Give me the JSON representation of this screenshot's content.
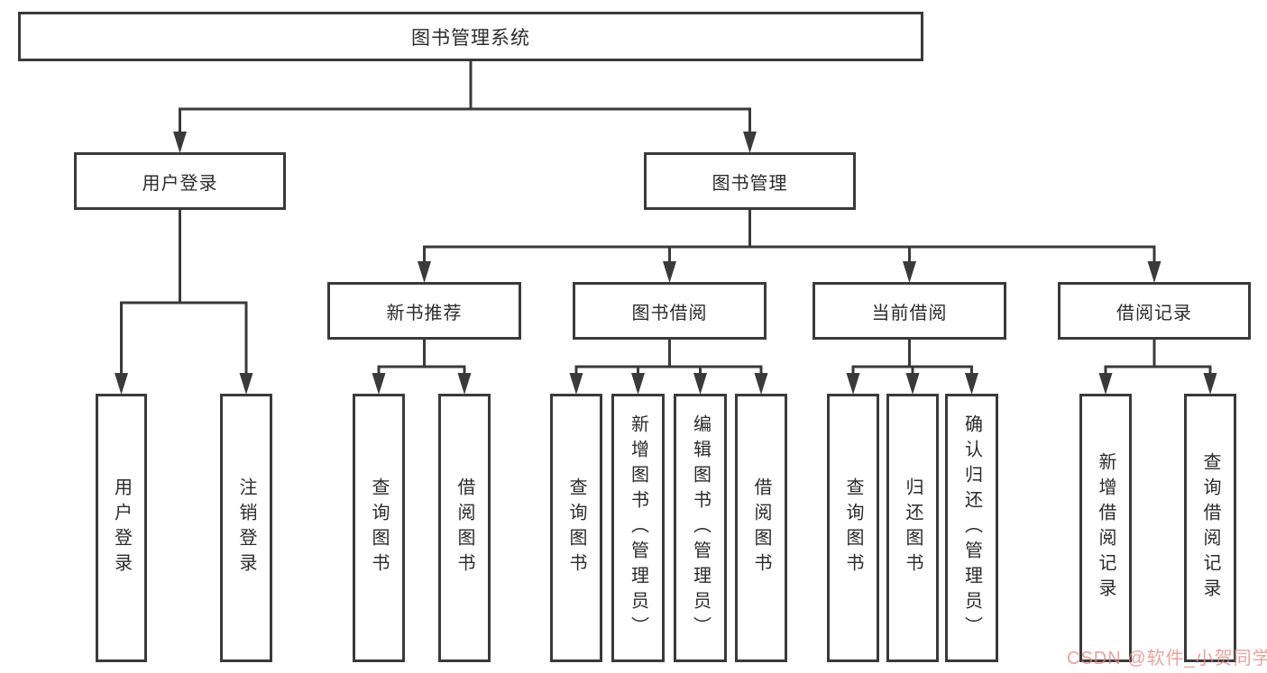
{
  "colors": {
    "line": "#3a3a3a",
    "text": "#2b2b2b",
    "background": "#ffffff",
    "watermark": "#e08a84"
  },
  "watermark": {
    "text": "CSDN @软件_小贺同学"
  },
  "nodes": {
    "root": {
      "label": "图书管理系统"
    },
    "user-login": {
      "label": "用户登录"
    },
    "book-mgmt": {
      "label": "图书管理"
    },
    "new-book-rec": {
      "label": "新书推荐"
    },
    "book-borrow": {
      "label": "图书借阅"
    },
    "current-borrow": {
      "label": "当前借阅"
    },
    "borrow-records": {
      "label": "借阅记录"
    },
    "ul-user-login": {
      "label": "用户登录"
    },
    "ul-logout": {
      "label": "注销登录"
    },
    "nbr-query-books": {
      "label": "查询图书"
    },
    "nbr-borrow-books": {
      "label": "借阅图书"
    },
    "bb-query-books": {
      "label": "查询图书"
    },
    "bb-add-books": {
      "label": "新增图书（管理员）"
    },
    "bb-edit-books": {
      "label": "编辑图书（管理员）"
    },
    "bb-borrow-books": {
      "label": "借阅图书"
    },
    "cb-query-books": {
      "label": "查询图书"
    },
    "cb-return-books": {
      "label": "归还图书"
    },
    "cb-confirm-return": {
      "label": "确认归还（管理员）"
    },
    "br-add-record": {
      "label": "新增借阅记录"
    },
    "br-query-record": {
      "label": "查询借阅记录"
    }
  },
  "edges": [
    [
      "root",
      "user-login"
    ],
    [
      "root",
      "book-mgmt"
    ],
    [
      "user-login",
      "ul-user-login"
    ],
    [
      "user-login",
      "ul-logout"
    ],
    [
      "book-mgmt",
      "new-book-rec"
    ],
    [
      "book-mgmt",
      "book-borrow"
    ],
    [
      "book-mgmt",
      "current-borrow"
    ],
    [
      "book-mgmt",
      "borrow-records"
    ],
    [
      "new-book-rec",
      "nbr-query-books"
    ],
    [
      "new-book-rec",
      "nbr-borrow-books"
    ],
    [
      "book-borrow",
      "bb-query-books"
    ],
    [
      "book-borrow",
      "bb-add-books"
    ],
    [
      "book-borrow",
      "bb-edit-books"
    ],
    [
      "book-borrow",
      "bb-borrow-books"
    ],
    [
      "current-borrow",
      "cb-query-books"
    ],
    [
      "current-borrow",
      "cb-return-books"
    ],
    [
      "current-borrow",
      "cb-confirm-return"
    ],
    [
      "borrow-records",
      "br-add-record"
    ],
    [
      "borrow-records",
      "br-query-record"
    ]
  ]
}
